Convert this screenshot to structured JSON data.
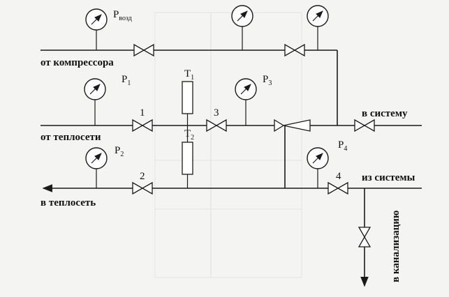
{
  "labels": {
    "from_compressor": "от компрессора",
    "from_heating": "от теплосети",
    "to_heating": "в теплосеть",
    "to_system": "в  систему",
    "from_system": "из  системы",
    "to_sewer": "в канализацию"
  },
  "gauges": {
    "p_air": {
      "sym": "P",
      "sub": "возд"
    },
    "p1": {
      "sym": "P",
      "sub": "1"
    },
    "p2": {
      "sym": "P",
      "sub": "2"
    },
    "p3": {
      "sym": "P",
      "sub": "3"
    },
    "p4": {
      "sym": "P",
      "sub": "4"
    }
  },
  "thermometers": {
    "t1": {
      "sym": "T",
      "sub": "1"
    },
    "t2": {
      "sym": "T",
      "sub": "2"
    }
  },
  "valves": {
    "v1": "1",
    "v2": "2",
    "v3": "3",
    "v4": "4"
  },
  "colors": {
    "ink": "#1a1a1a",
    "paper": "#f4f4f2"
  }
}
